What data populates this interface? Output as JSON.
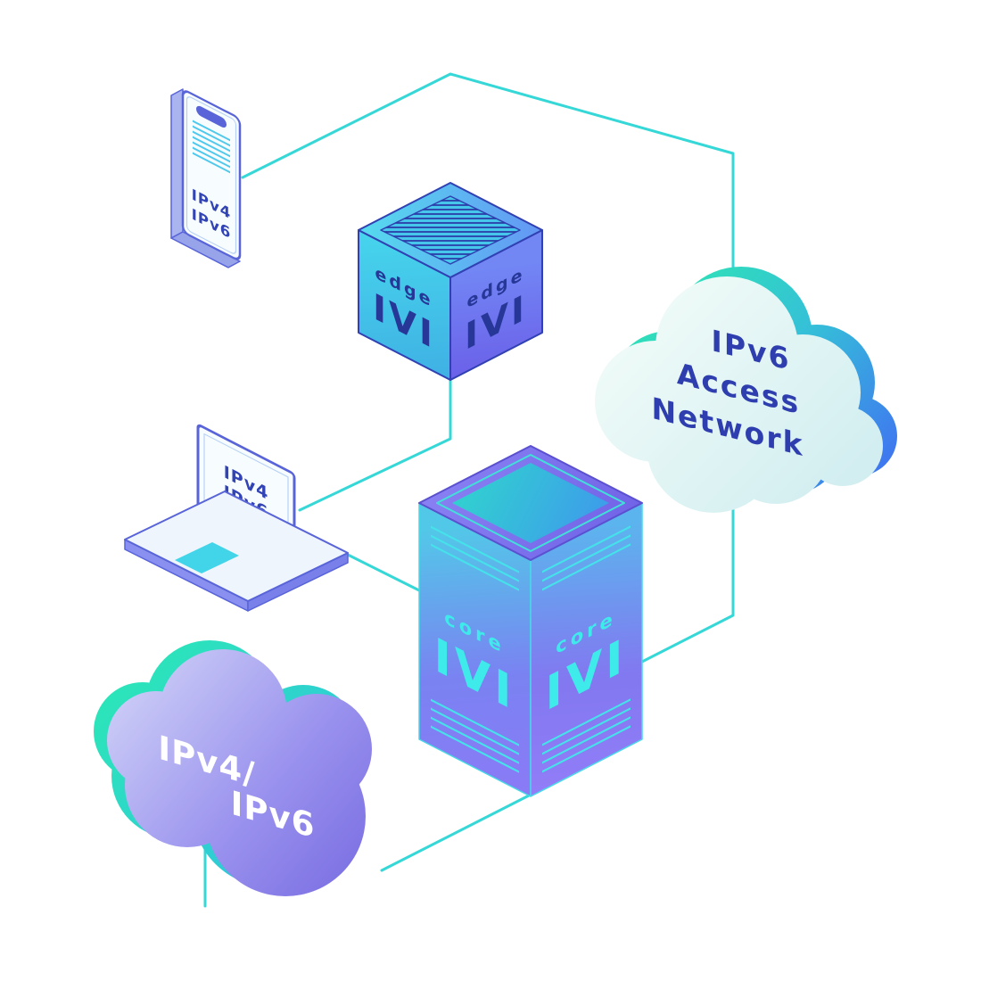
{
  "diagram": {
    "phone": {
      "line1": "IPv4",
      "line2": "IPv6"
    },
    "laptop": {
      "line1": "IPv4",
      "line2": "IPv6"
    },
    "edge_router": {
      "name": "edge",
      "logo": "IVI"
    },
    "core_router": {
      "name": "core",
      "logo": "IVI"
    },
    "ipv6_cloud": {
      "line1": "IPv6",
      "line2": "Access",
      "line3": "Network"
    },
    "dual_stack_cloud": {
      "line1": "IPv4/",
      "line2": "IPv6"
    },
    "colors": {
      "connector": "#36d7d7",
      "navy": "#2c3aa8",
      "cyan_text": "#3eeaea",
      "cloud_purple": "#7e72e4",
      "cloud_mint": "#e9f8f5",
      "teal_accent": "#2ee6b8",
      "outline_blue": "#5864d8"
    }
  }
}
